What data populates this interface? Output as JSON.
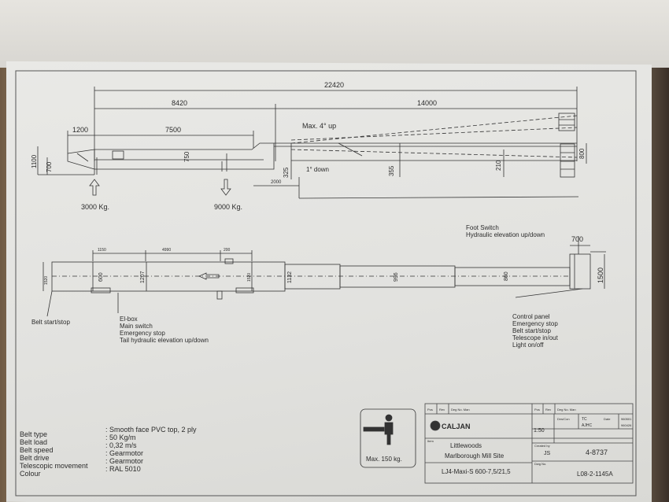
{
  "dimensions": {
    "total": "22420",
    "left_section": "8420",
    "right_section": "14000",
    "tail": "1200",
    "bed": "7500",
    "height_1100": "1100",
    "height_700": "700",
    "height_750": "750",
    "height_325": "325",
    "offset_2000": "2000",
    "h_355": "355",
    "h_210": "210",
    "h_800": "800",
    "plan_1150": "1150",
    "plan_4990": "4990",
    "plan_200": "200",
    "plan_1520": "1520",
    "plan_600": "600",
    "plan_1207": "1207",
    "plan_1520b": "1520",
    "plan_1132": "1132",
    "plan_996": "996",
    "plan_860": "860",
    "plan_700": "700",
    "plan_1500": "1500"
  },
  "annotations": {
    "max_up": "Max. 4° up",
    "down": "1° down",
    "load_left": "3000 Kg.",
    "load_right": "9000 Kg.",
    "foot_switch": [
      "Foot Switch",
      "Hydraulic elevation up/down"
    ],
    "belt_start_stop": "Belt start/stop",
    "el_box": [
      "El-box",
      "Main switch",
      "Emergency stop",
      "Tail hydraulic elevation up/down"
    ],
    "control_panel": [
      "Control panel",
      "Emergency stop",
      "Belt start/stop",
      "Telescope in/out",
      "Light on/off"
    ]
  },
  "specs": {
    "labels": [
      "Belt type",
      "Belt load",
      "Belt speed",
      "Belt drive",
      "Telescopic movement",
      "Colour"
    ],
    "values": [
      ": Smooth face PVC top, 2 ply",
      ": 50 Kg/m",
      ": 0,32 m/s",
      ": Gearmotor",
      ": Gearmotor",
      ": RAL 5010"
    ]
  },
  "person_box": {
    "label": "Max. 150 kg."
  },
  "title_block": {
    "rev_headers": [
      "Pos",
      "Rev",
      "Deg No. Man"
    ],
    "rev_headers2": [
      "Pos",
      "Rev",
      "Deg No. Man"
    ],
    "company": "CALJAN",
    "scale": "1:50",
    "drawn_by": "JS",
    "row_drw": [
      "Drw/Con",
      "TC",
      "Date",
      "960501"
    ],
    "row_ajhc": [
      "AJHC",
      "960426"
    ],
    "client": "Littlewoods",
    "site": "Marlborough Mill Site",
    "model": "LJ4-Maxi-S 600-7,5/21,5",
    "order_no": "4-8737",
    "drawing_no": "L08-2-1145A",
    "small_labels": [
      "Item",
      "Created by",
      "Dwg No."
    ]
  }
}
